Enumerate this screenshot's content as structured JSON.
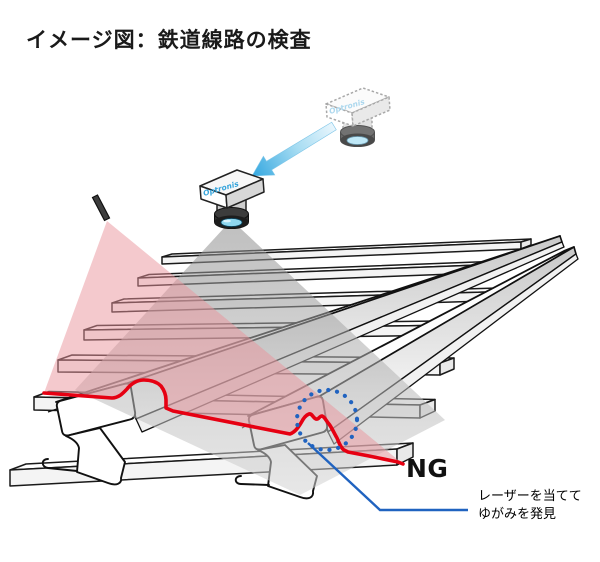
{
  "title": "イメージ図：鉄道線路の検査",
  "camera": {
    "logo": "Optronis"
  },
  "labels": {
    "ng": "NG"
  },
  "callout": {
    "line1": "レーザーを当てて",
    "line2": "ゆがみを発見"
  },
  "colors": {
    "ink": "#1a1a1a",
    "laser_red": "#e60012",
    "fan_pink": "#e9939b",
    "cone_gray": "#8a8a8a",
    "accent_blue": "#2063c0",
    "arrow_blue": "#33a7e0",
    "logo_blue": "#3aa6dc",
    "lens_cyan": "#8fd8f0"
  }
}
